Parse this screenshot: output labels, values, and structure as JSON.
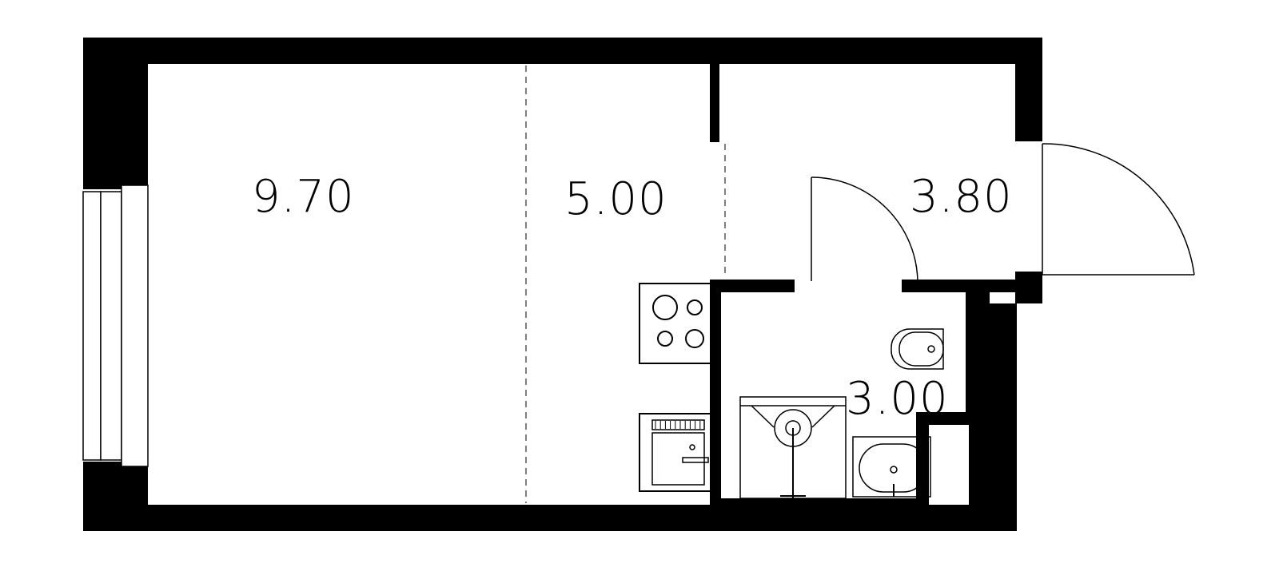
{
  "rooms": [
    {
      "id": "living-room",
      "area": "9.70"
    },
    {
      "id": "kitchen-zone",
      "area": "5.00"
    },
    {
      "id": "hallway",
      "area": "3.80"
    },
    {
      "id": "bathroom",
      "area": "3.00"
    }
  ],
  "colors": {
    "wall": "#000000",
    "background": "#ffffff"
  },
  "icons": [
    "window",
    "stove-icon",
    "sink-icon",
    "washing-machine-icon",
    "shower-icon",
    "toilet-icon",
    "washbasin-icon",
    "door-swing-icon"
  ]
}
